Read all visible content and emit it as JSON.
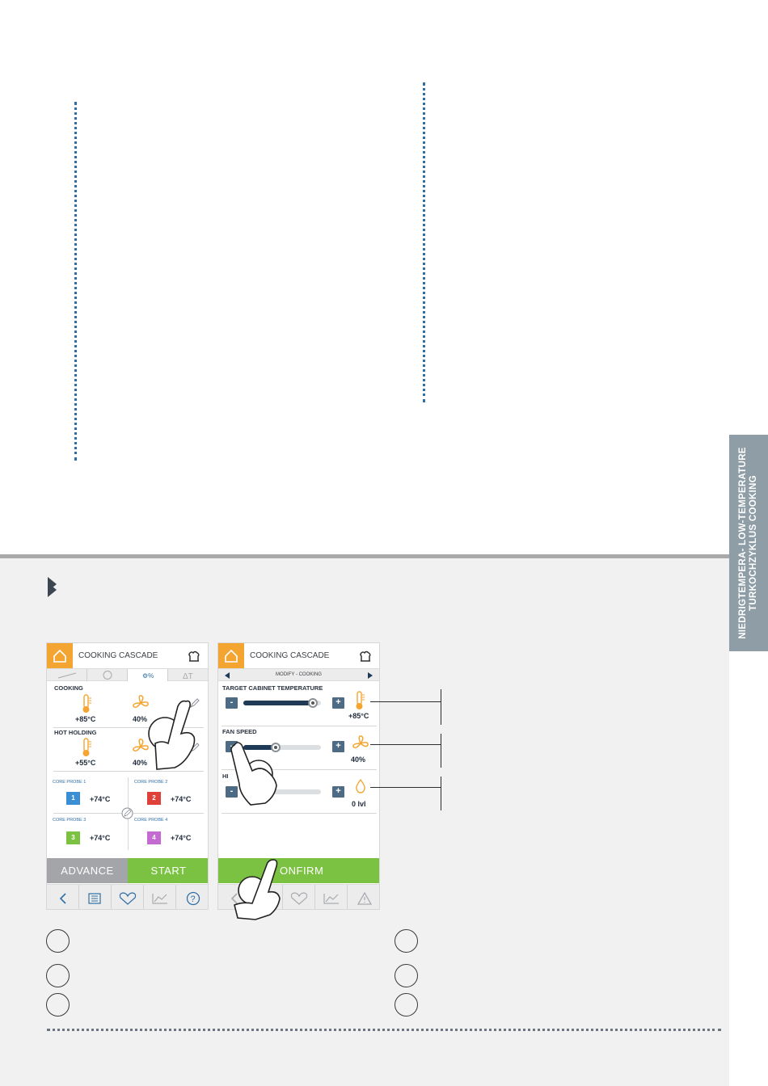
{
  "side_tab": {
    "line1": "NIEDRIGTEMPERA-  LOW-TEMPERATURE",
    "line2": "TURKOCHZYKLUS          COOKING"
  },
  "screen_left": {
    "title": "COOKING CASCADE",
    "cooking_label": "COOKING",
    "cooking_temp": "+85°C",
    "cooking_fan": "40%",
    "hot_holding_label": "HOT HOLDING",
    "hot_holding_temp": "+55°C",
    "hot_holding_fan": "40%",
    "probes": [
      {
        "label": "CORE PROBE 1",
        "num": "1",
        "temp": "+74°C",
        "color": "#3a8fd4"
      },
      {
        "label": "CORE PROBE 2",
        "num": "2",
        "temp": "+74°C",
        "color": "#e0403a"
      },
      {
        "label": "CORE PROBE 3",
        "num": "3",
        "temp": "+74°C",
        "color": "#7cc242"
      },
      {
        "label": "CORE PROBE 4",
        "num": "4",
        "temp": "+74°C",
        "color": "#c36bd0"
      }
    ],
    "advance_label": "ADVANCE",
    "start_label": "START"
  },
  "screen_right": {
    "title": "COOKING CASCADE",
    "nav_title": "MODIFY - COOKING",
    "target_temp_label": "TARGET CABINET TEMPERATURE",
    "target_temp_value": "+85°C",
    "target_temp_level": 0.95,
    "fan_speed_label": "FAN SPEED",
    "fan_speed_value": "40%",
    "fan_speed_level": 0.4,
    "humidity_label": "HI",
    "humidity_value": "0 lvl",
    "humidity_level": 0.0,
    "confirm_label": "ONFIRM"
  },
  "colors": {
    "accent_orange": "#f4a531",
    "green": "#7cc242",
    "gray_button": "#a3a5a8",
    "dots_blue": "#2f6fa7"
  }
}
